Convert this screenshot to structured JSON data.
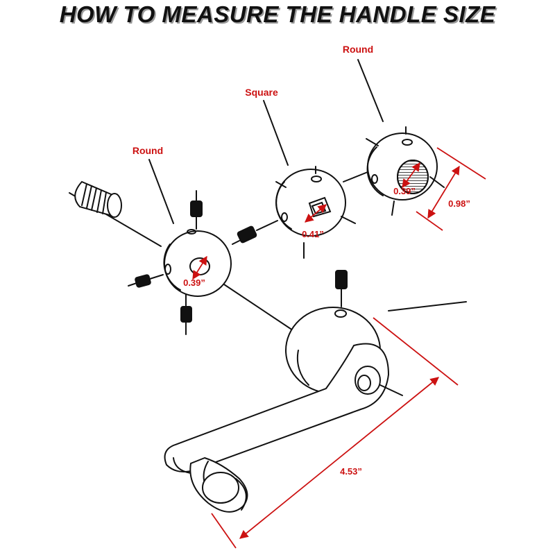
{
  "title": "HOW TO MEASURE THE HANDLE SIZE",
  "labels": {
    "round_left": "Round",
    "square_middle": "Square",
    "round_right": "Round",
    "hole_left": "0.39”",
    "hole_middle": "0.41”",
    "hole_right": "0.39”",
    "outer_right": "0.98”",
    "handle_length": "4.53”"
  },
  "colors": {
    "dimension": "#cc1111",
    "line_art": "#111111"
  }
}
